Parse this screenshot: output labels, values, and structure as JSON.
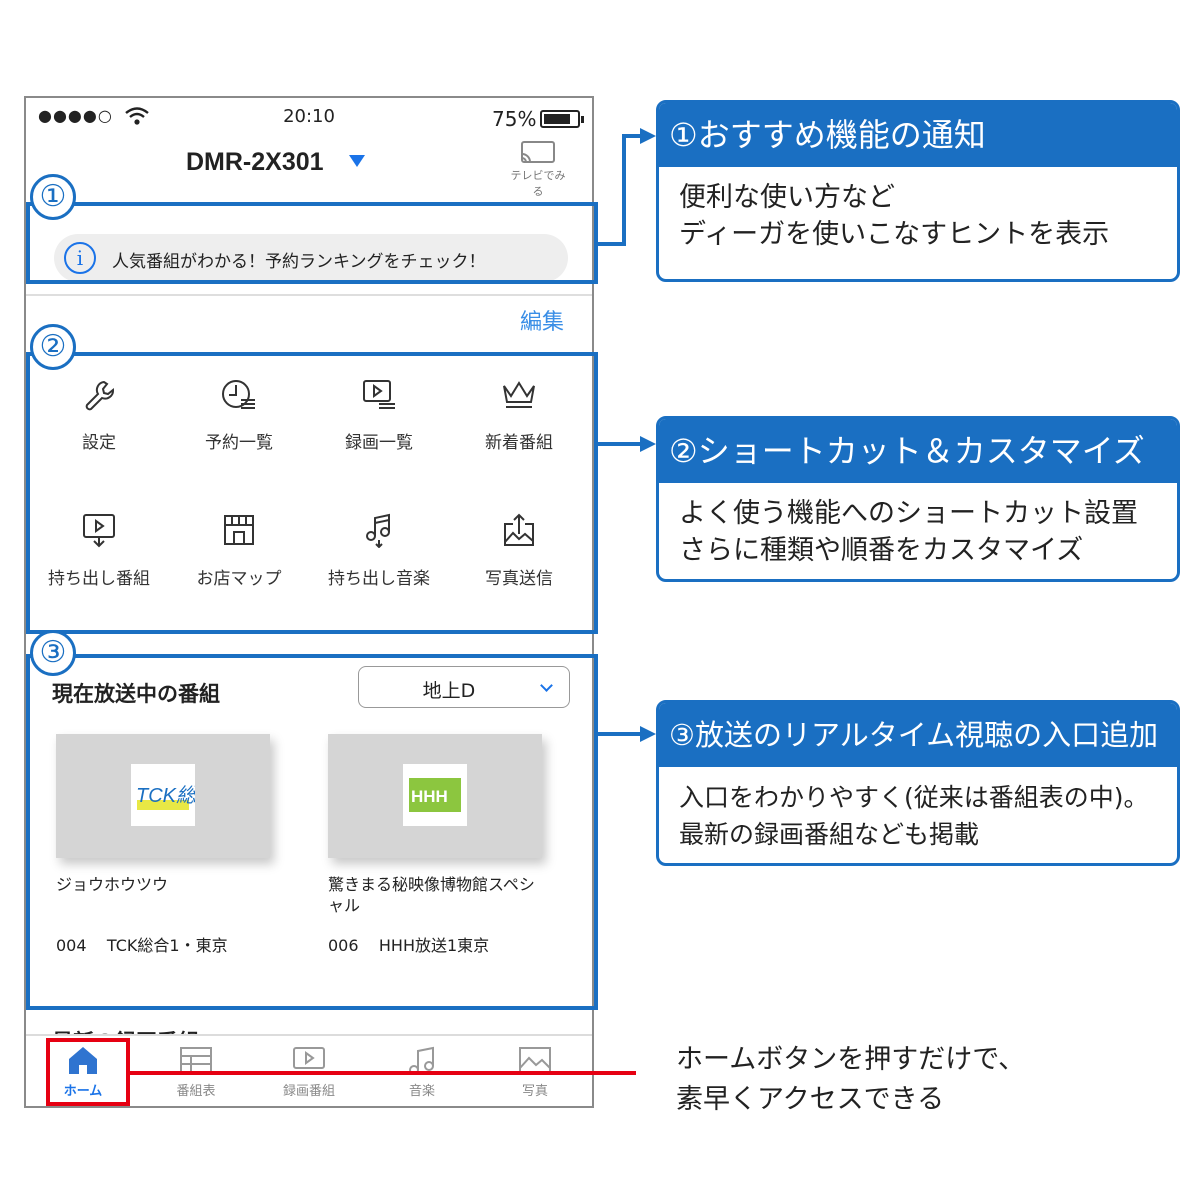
{
  "status_bar": {
    "signal": "●●●●○",
    "time": "20:10",
    "battery": "75%"
  },
  "header": {
    "device_name": "DMR-2X301",
    "tv_button_label": "テレビでみる"
  },
  "notice": {
    "text": "人気番組がわかる！予約ランキングをチェック！"
  },
  "edit_label": "編集",
  "shortcuts": [
    {
      "label": "設定",
      "icon": "wrench-icon"
    },
    {
      "label": "予約一覧",
      "icon": "clock-list-icon"
    },
    {
      "label": "録画一覧",
      "icon": "recording-list-icon"
    },
    {
      "label": "新着番組",
      "icon": "crown-icon"
    },
    {
      "label": "持ち出し番組",
      "icon": "download-video-icon"
    },
    {
      "label": "お店マップ",
      "icon": "store-icon"
    },
    {
      "label": "持ち出し音楽",
      "icon": "music-download-icon"
    },
    {
      "label": "写真送信",
      "icon": "photo-upload-icon"
    }
  ],
  "live": {
    "title": "現在放送中の番組",
    "select_value": "地上D",
    "programs": [
      {
        "logo_text": "TCK総合",
        "title": "ジョウホウツウ",
        "channel": "004    TCK総合1・東京",
        "logo_color": "#e8e845"
      },
      {
        "logo_text": "HHH",
        "title": "驚きまる秘映像博物館スペシャル",
        "channel": "006    HHH放送1東京",
        "logo_color": "#8cc63f"
      }
    ]
  },
  "next_section_peek": "最新の録画番組",
  "tabs": [
    {
      "label": "ホーム",
      "icon": "home-icon",
      "active": true
    },
    {
      "label": "番組表",
      "icon": "tv-guide-icon",
      "active": false
    },
    {
      "label": "録画番組",
      "icon": "recorded-icon",
      "active": false
    },
    {
      "label": "音楽",
      "icon": "music-icon",
      "active": false
    },
    {
      "label": "写真",
      "icon": "photo-icon",
      "active": false
    }
  ],
  "annotations": {
    "markers": [
      "①",
      "②",
      "③"
    ],
    "callouts": [
      {
        "title": "①おすすめ機能の通知",
        "lines": [
          "便利な使い方など",
          "ディーガを使いこなすヒントを表示"
        ]
      },
      {
        "title": "②ショートカット＆カスタマイズ",
        "lines": [
          "よく使う機能へのショートカット設置",
          "さらに種類や順番をカスタマイズ"
        ]
      },
      {
        "title": "③放送のリアルタイム視聴の入口追加",
        "lines": [
          "入口をわかりやすく(従来は番組表の中)。",
          "最新の録画番組なども掲載"
        ]
      }
    ],
    "home_note": [
      "ホームボタンを押すだけで、",
      "素早くアクセスできる"
    ]
  },
  "colors": {
    "accent_blue": "#1a6fc2",
    "ios_blue": "#1a73e8",
    "highlight_red": "#e60012"
  }
}
